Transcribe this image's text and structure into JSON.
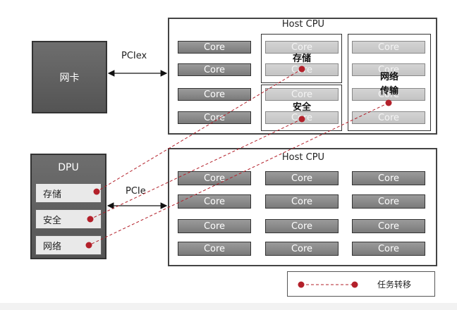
{
  "nic": {
    "label": "网卡"
  },
  "links": {
    "pciex": "PCIex",
    "pcie": "PCIe"
  },
  "host_top": {
    "title": "Host CPU",
    "core_label": "Core",
    "groups": {
      "storage": "存储",
      "security": "安全",
      "network_line1": "网络",
      "network_line2": "传输"
    }
  },
  "host_bottom": {
    "title": "Host CPU",
    "core_label": "Core"
  },
  "dpu": {
    "title": "DPU",
    "items": [
      "存储",
      "安全",
      "网络"
    ]
  },
  "legend": {
    "label": "任务转移"
  },
  "colors": {
    "accent": "#b3202a",
    "core_dark": "#8a8a8a",
    "core_light": "#cccccc",
    "dpu_bg": "#606060"
  }
}
